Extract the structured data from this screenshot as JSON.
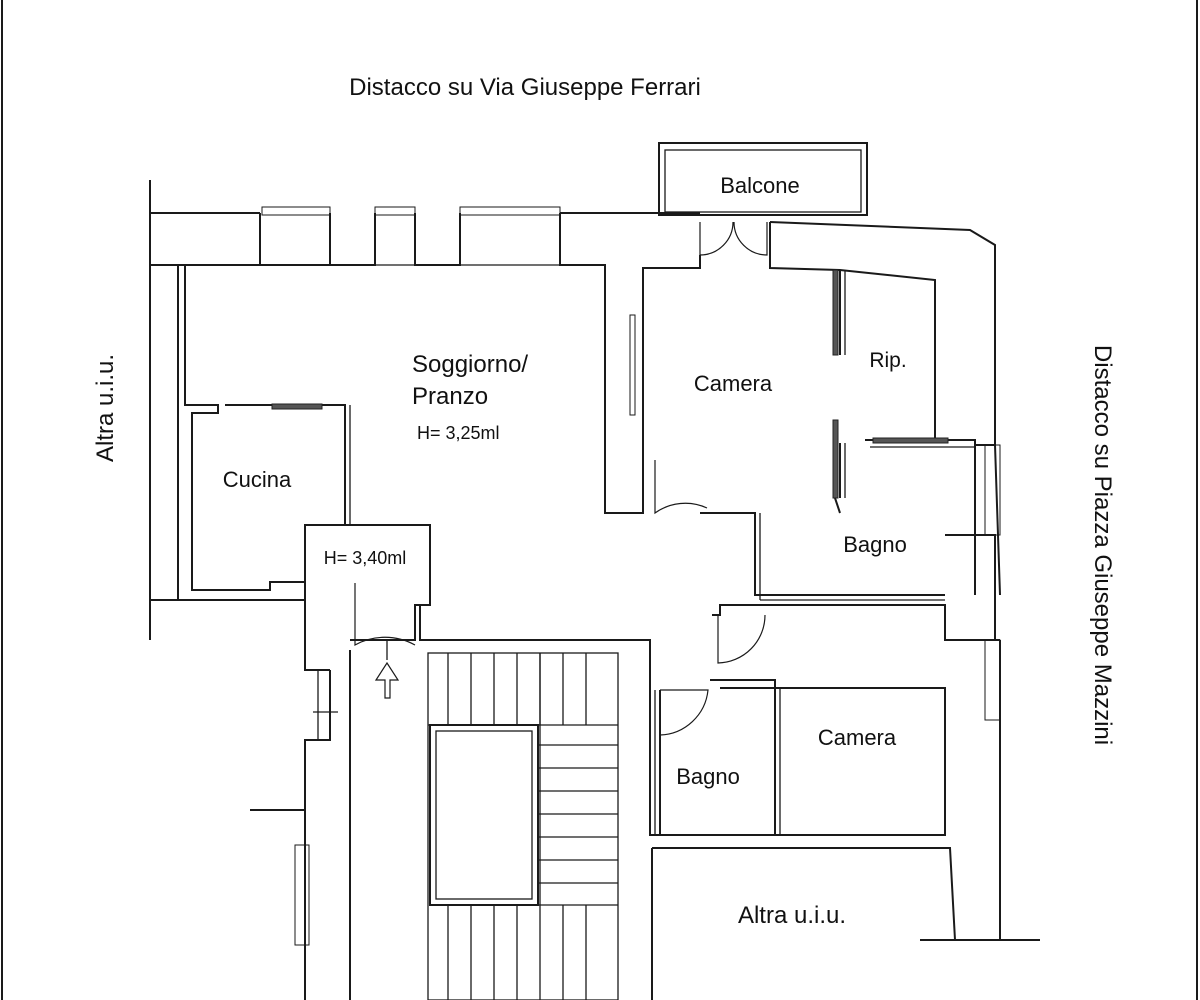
{
  "labels": {
    "top_street": "Distacco su Via Giuseppe Ferrari",
    "right_street": "Distacco su Piazza Giuseppe Mazzini",
    "left_unit": "Altra u.i.u.",
    "bottom_unit": "Altra u.i.u.",
    "balcony": "Balcone",
    "living_line1": "Soggiorno/",
    "living_line2": "Pranzo",
    "living_height": "H= 3,25ml",
    "kitchen": "Cucina",
    "entry_height": "H= 3,40ml",
    "bedroom_top": "Camera",
    "storage": "Rip.",
    "bath_right": "Bagno",
    "bedroom_bottom": "Camera",
    "bath_bottom": "Bagno"
  }
}
